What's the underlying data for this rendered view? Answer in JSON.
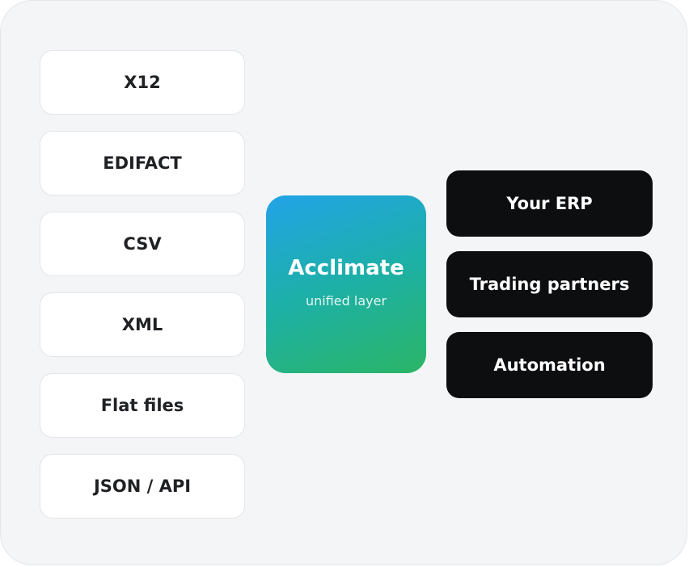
{
  "sources": [
    "X12",
    "EDIFACT",
    "CSV",
    "XML",
    "Flat files",
    "JSON / API"
  ],
  "hub": {
    "title": "Acclimate",
    "subtitle": "unified layer"
  },
  "targets": [
    "Your ERP",
    "Trading partners",
    "Automation"
  ]
}
